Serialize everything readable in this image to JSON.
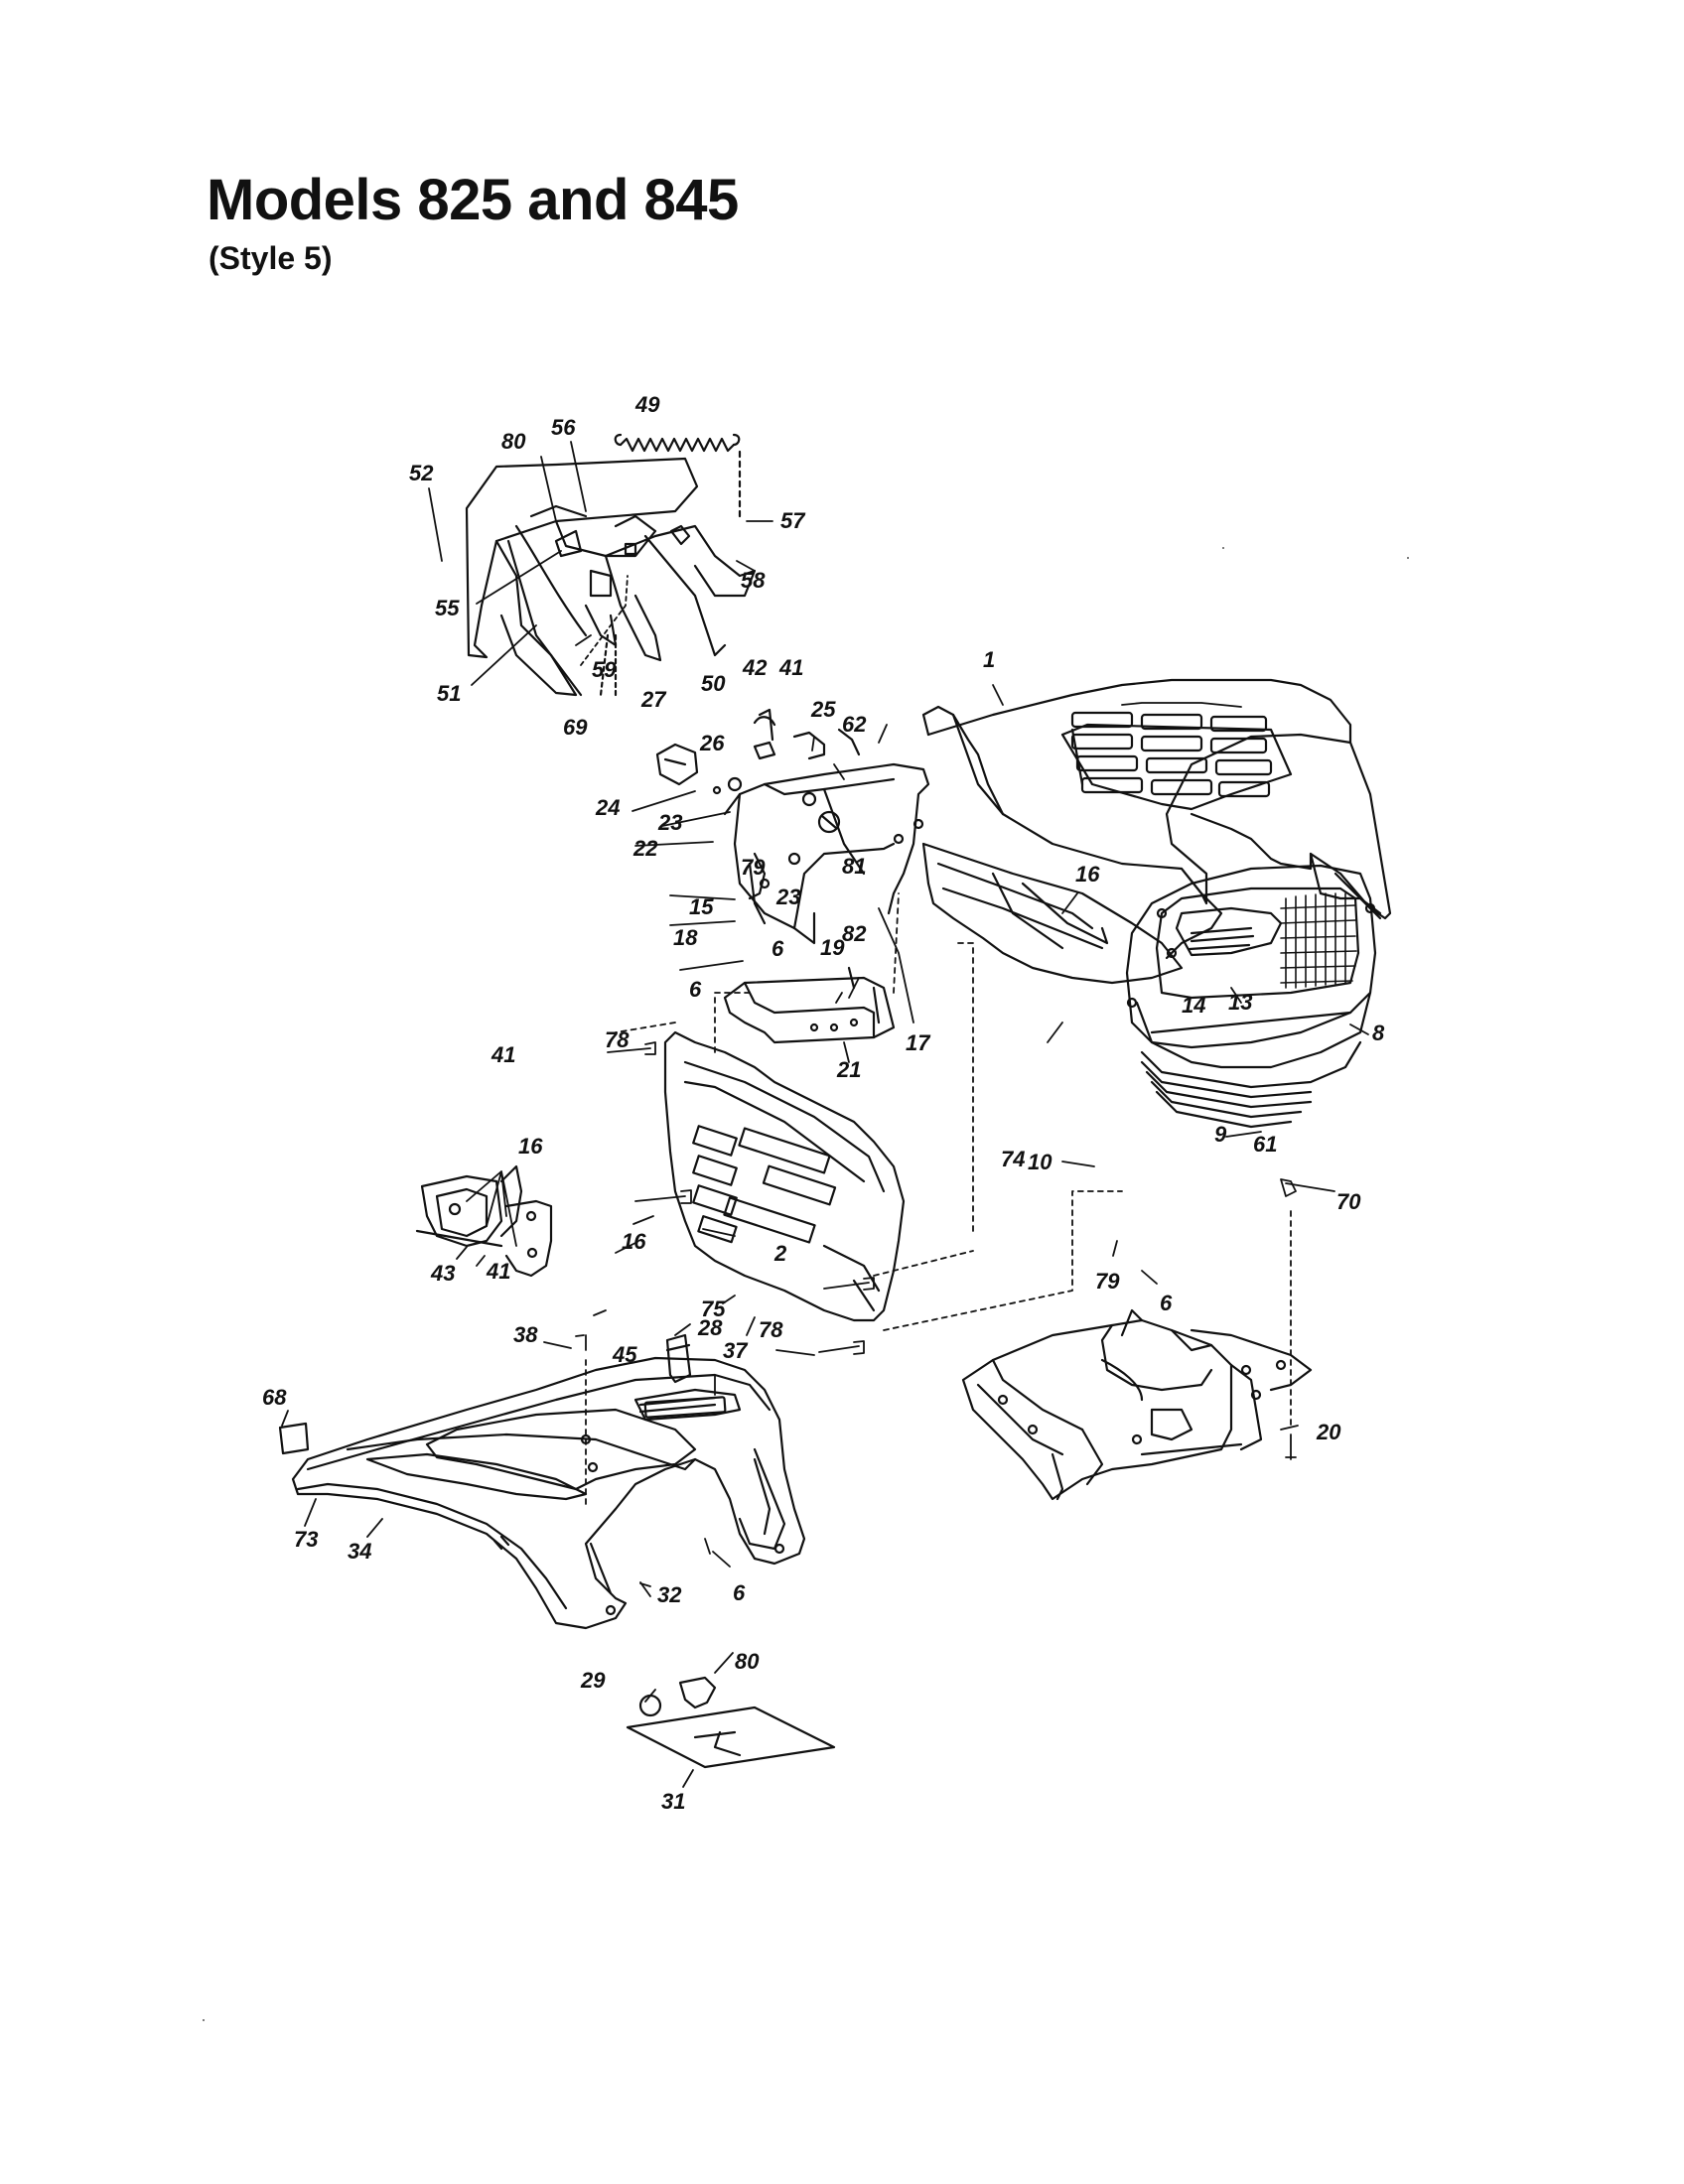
{
  "title": "Models 825 and 845",
  "subtitle": "(Style 5)",
  "part_numbers": [
    "1",
    "2",
    "6",
    "6",
    "6",
    "6",
    "8",
    "9",
    "10",
    "13",
    "14",
    "15",
    "16",
    "16",
    "16",
    "17",
    "18",
    "19",
    "20",
    "21",
    "22",
    "23",
    "23",
    "24",
    "25",
    "26",
    "27",
    "28",
    "29",
    "31",
    "32",
    "34",
    "37",
    "38",
    "41",
    "41",
    "41",
    "42",
    "43",
    "45",
    "49",
    "50",
    "51",
    "52",
    "55",
    "56",
    "57",
    "58",
    "59",
    "61",
    "62",
    "68",
    "69",
    "70",
    "73",
    "74",
    "75",
    "78",
    "78",
    "79",
    "79",
    "80",
    "80",
    "81",
    "82"
  ],
  "colors": {
    "ink": "#111111",
    "paper": "#ffffff"
  }
}
